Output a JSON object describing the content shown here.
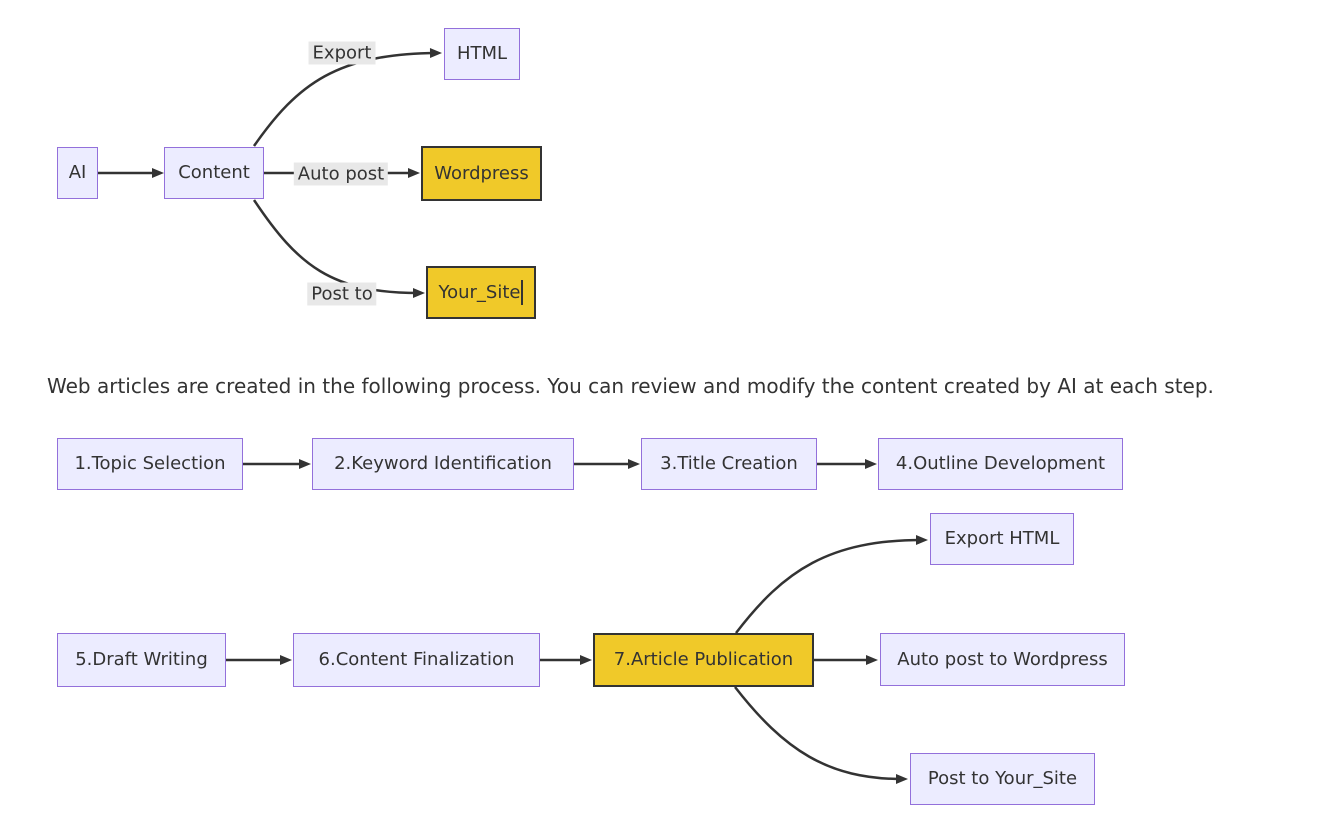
{
  "colors": {
    "node_fill": "#ECECFF",
    "node_border": "#9370DB",
    "hl_fill": "#F0C929",
    "hl_border": "#333333",
    "edge": "#333333",
    "label_bg": "#E8E8E8",
    "text": "#333333"
  },
  "caption": "Web articles are created in the following process. You can review and modify the content created by AI at each step.",
  "top_chart": {
    "nodes": [
      {
        "id": "ai",
        "label": "AI"
      },
      {
        "id": "content",
        "label": "Content"
      },
      {
        "id": "html",
        "label": "HTML"
      },
      {
        "id": "wordpress",
        "label": "Wordpress"
      },
      {
        "id": "your_site",
        "label": "Your_Site"
      }
    ],
    "edge_labels": [
      {
        "id": "export",
        "label": "Export"
      },
      {
        "id": "auto_post",
        "label": "Auto post"
      },
      {
        "id": "post_to",
        "label": "Post to"
      }
    ]
  },
  "bottom_chart": {
    "steps": [
      {
        "label": "1.Topic Selection"
      },
      {
        "label": "2.Keyword Identification"
      },
      {
        "label": "3.Title Creation"
      },
      {
        "label": "4.Outline Development"
      },
      {
        "label": "5.Draft Writing"
      },
      {
        "label": "6.Content Finalization"
      },
      {
        "label": "7.Article Publication"
      }
    ],
    "outputs": [
      {
        "label": "Export HTML"
      },
      {
        "label": "Auto post to Wordpress"
      },
      {
        "label": "Post to Your_Site"
      }
    ]
  }
}
